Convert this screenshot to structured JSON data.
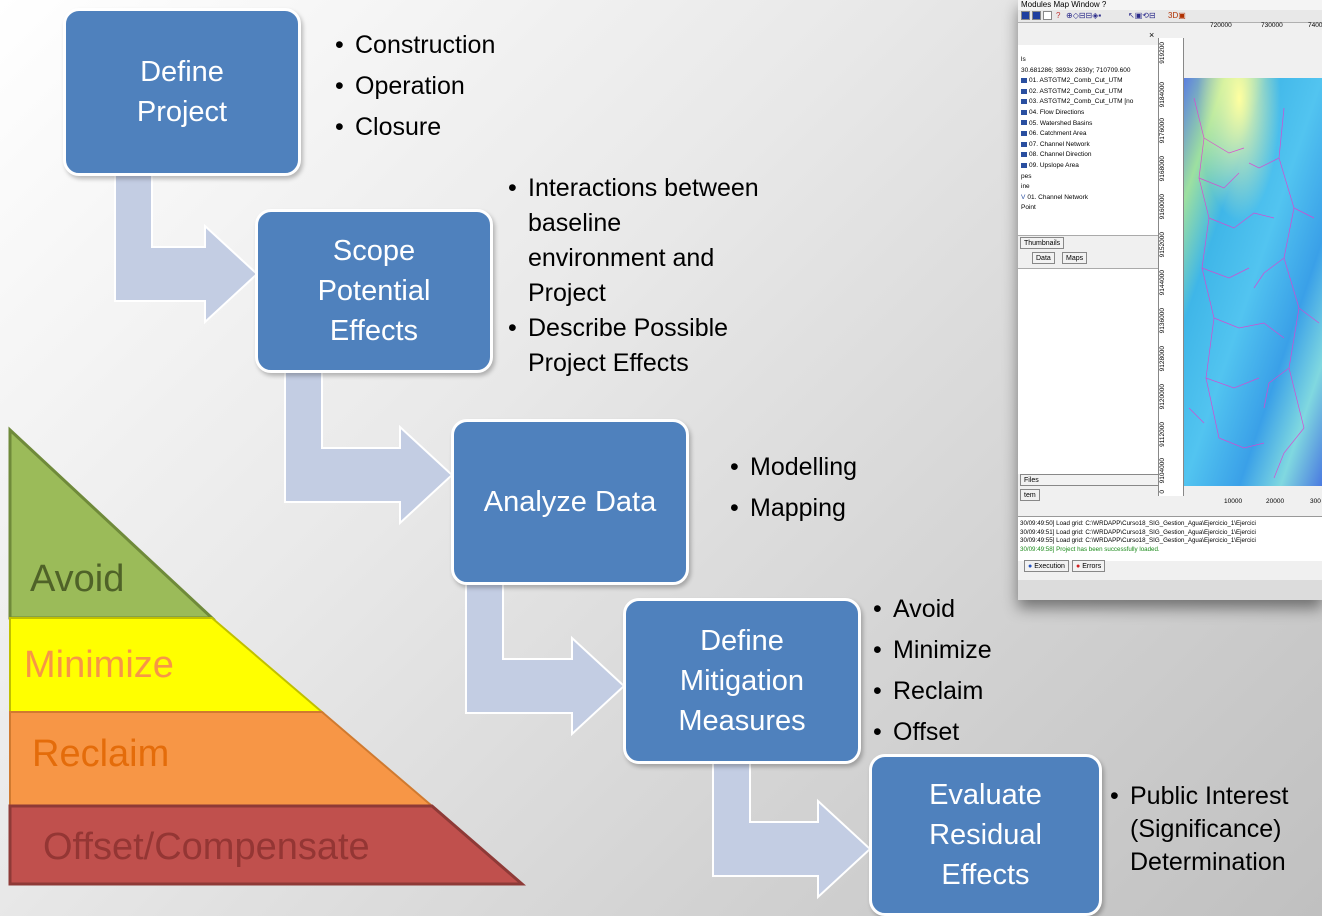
{
  "steps": [
    {
      "label": "Define\nProject",
      "bullets": [
        "Construction",
        "Operation",
        "Closure"
      ]
    },
    {
      "label": "Scope\nPotential\nEffects",
      "bullets": [
        "Interactions between\nbaseline\nenvironment and\nProject",
        "Describe Possible\nProject Effects"
      ]
    },
    {
      "label": "Analyze Data",
      "bullets": [
        "Modelling",
        "Mapping"
      ]
    },
    {
      "label": "Define\nMitigation\nMeasures",
      "bullets": [
        "Avoid",
        "Minimize",
        "Reclaim",
        "Offset"
      ]
    },
    {
      "label": "Evaluate\nResidual\nEffects",
      "bullets": [
        "Public Interest\n(Significance)\nDetermination"
      ]
    }
  ],
  "hierarchy": {
    "levels": [
      {
        "label": "Avoid",
        "fill": "#9bbb59",
        "text_color": "#4f6228"
      },
      {
        "label": "Minimize",
        "fill": "#ffff00",
        "text_color": "#f79646"
      },
      {
        "label": "Reclaim",
        "fill": "#f79646",
        "text_color": "#e46c0a"
      },
      {
        "label": "Offset/Compensate",
        "fill": "#c0504d",
        "text_color": "#943634"
      }
    ]
  },
  "colors": {
    "step_box": "#4f81bd",
    "arrow": "#c3cde3"
  },
  "screenshot": {
    "menu": "Modules  Map  Window  ?",
    "tree_items": [
      "ls",
      "30.681286; 3893x 2630y; 710709.600",
      "01. ASTGTM2_Comb_Cut_UTM",
      "02. ASTGTM2_Comb_Cut_UTM",
      "03. ASTGTM2_Comb_Cut_UTM [no",
      "04. Flow Directions",
      "05. Watershed Basins",
      "06. Catchment Area",
      "07. Channel Network",
      "08. Channel Direction",
      "09. Upslope Area",
      "pes",
      "ine",
      "01. Channel Network",
      "Point"
    ],
    "tabs": {
      "thumbnails": "Thumbnails",
      "data": "Data",
      "maps": "Maps",
      "files": "Files",
      "item": "tem",
      "execution": "Execution",
      "errors": "Errors"
    },
    "x_ticks_top": [
      "720000",
      "730000",
      "7400"
    ],
    "x_ticks_bottom": [
      "10000",
      "20000",
      "300"
    ],
    "y_ticks": [
      "919200",
      "9184000",
      "9176000",
      "9168000",
      "9160000",
      "9152000",
      "9144000",
      "9136000",
      "9128000",
      "9120000",
      "9112000",
      "9104000"
    ],
    "y_ticks_tail": [
      "0"
    ],
    "log_lines": [
      "30/09:49:50] Load grid: C:\\WRDAPP\\Curso18_SIG_Gestion_Agua\\Ejercicio_1\\Ejercici",
      "30/09:49:51] Load grid: C:\\WRDAPP\\Curso18_SIG_Gestion_Agua\\Ejercicio_1\\Ejercici",
      "30/09:49:55] Load grid: C:\\WRDAPP\\Curso18_SIG_Gestion_Agua\\Ejercicio_1\\Ejercici",
      "30/09:49:58] Project has been successfully loaded."
    ]
  }
}
